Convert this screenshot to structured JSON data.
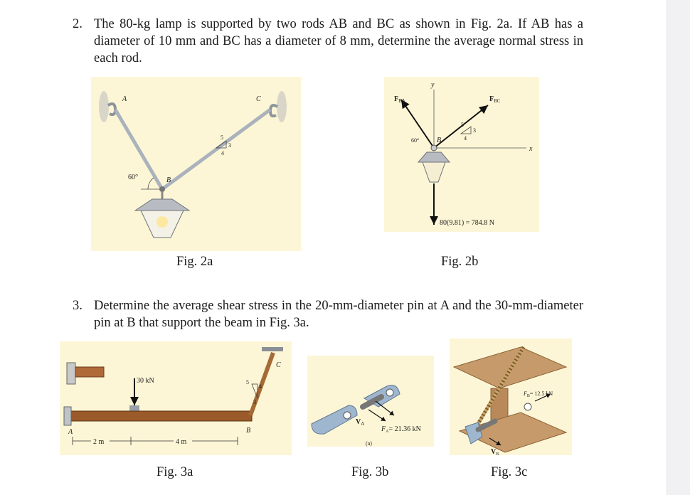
{
  "problem2": {
    "number": "2.",
    "text": "The 80-kg lamp is supported by two rods AB and BC as shown in Fig. 2a. If AB has a diameter of 10 mm and BC has a diameter of 8 mm, determine the average normal stress in each rod."
  },
  "problem3": {
    "number": "3.",
    "text": "Determine the average shear stress in the 20-mm-diameter pin at A and the 30-mm-diameter pin at B that support the beam in Fig. 3a."
  },
  "fig2a": {
    "caption": "Fig. 2a",
    "label_a": "A",
    "label_b": "B",
    "label_c": "C",
    "angle": "60°",
    "slope_5": "5",
    "slope_4": "4",
    "slope_3": "3"
  },
  "fig2b": {
    "caption": "Fig. 2b",
    "force_ba": "F",
    "force_ba_sub": "BA",
    "force_bc": "F",
    "force_bc_sub": "BC",
    "axis_x": "x",
    "axis_y": "y",
    "angle": "60°",
    "label_b": "B",
    "slope_5": "5",
    "slope_4": "4",
    "slope_3": "3",
    "weight": "80(9.81) = 784.8 N"
  },
  "fig3a": {
    "caption": "Fig. 3a",
    "load": "30 kN",
    "label_a": "A",
    "label_b": "B",
    "label_c": "C",
    "dim_1": "2 m",
    "dim_2": "4 m",
    "slope_5": "5",
    "slope_4": "4",
    "slope_3": "3"
  },
  "fig3b": {
    "caption": "Fig. 3b",
    "label_va": "V",
    "label_va_sub": "A",
    "force": "F",
    "force_sub": "A",
    "force_value": "= 21.36 kN",
    "sublabel": "(a)"
  },
  "fig3c": {
    "caption": "Fig. 3c",
    "force": "F",
    "force_sub": "B",
    "force_value": "= 12.5 kN",
    "label_vb": "V",
    "label_vb_sub": "B"
  },
  "colors": {
    "panel": "#fdf6d6",
    "rod": "#aab2bc",
    "beam": "#9a5a2a",
    "wood": "#c79a6b",
    "plate": "#9fb6cf"
  }
}
